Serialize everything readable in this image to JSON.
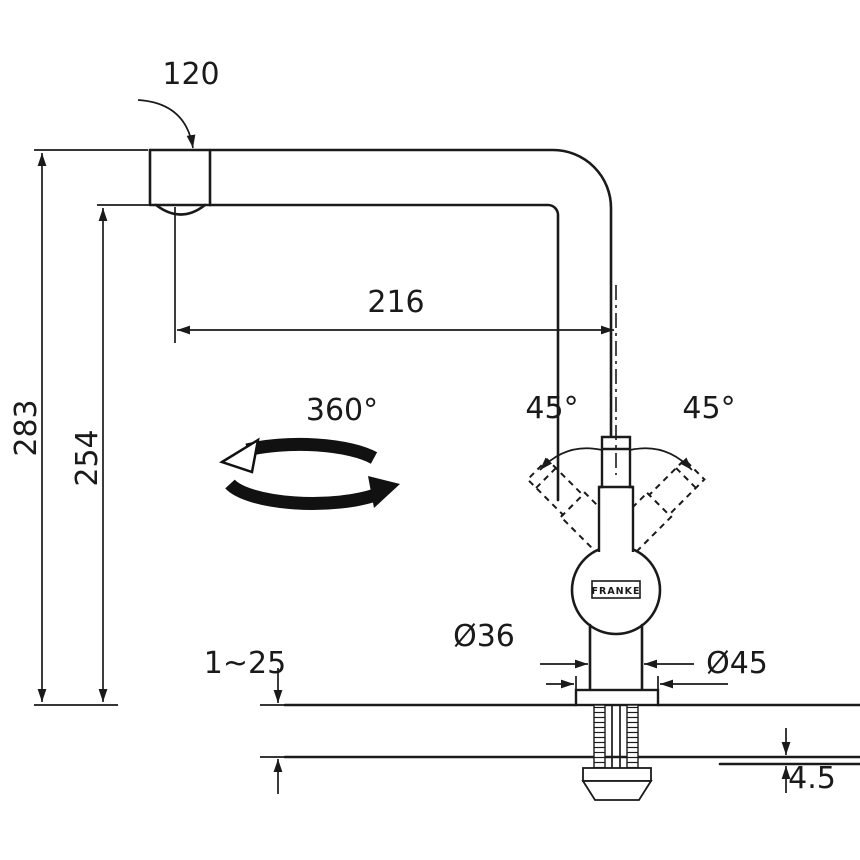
{
  "drawing": {
    "background": "#ffffff",
    "line_color": "#1a1a1a",
    "labels": {
      "spout_swivel_angle": "120",
      "height_total": "283",
      "height_under_spout": "254",
      "spout_reach": "216",
      "rotation_full": "360°",
      "lever_tilt_left": "45°",
      "lever_tilt_right": "45°",
      "body_diameter": "Ø36",
      "base_diameter": "Ø45",
      "deck_thickness_range": "1~25",
      "plate_thickness": "4.5",
      "brand": "FRANKE"
    }
  }
}
